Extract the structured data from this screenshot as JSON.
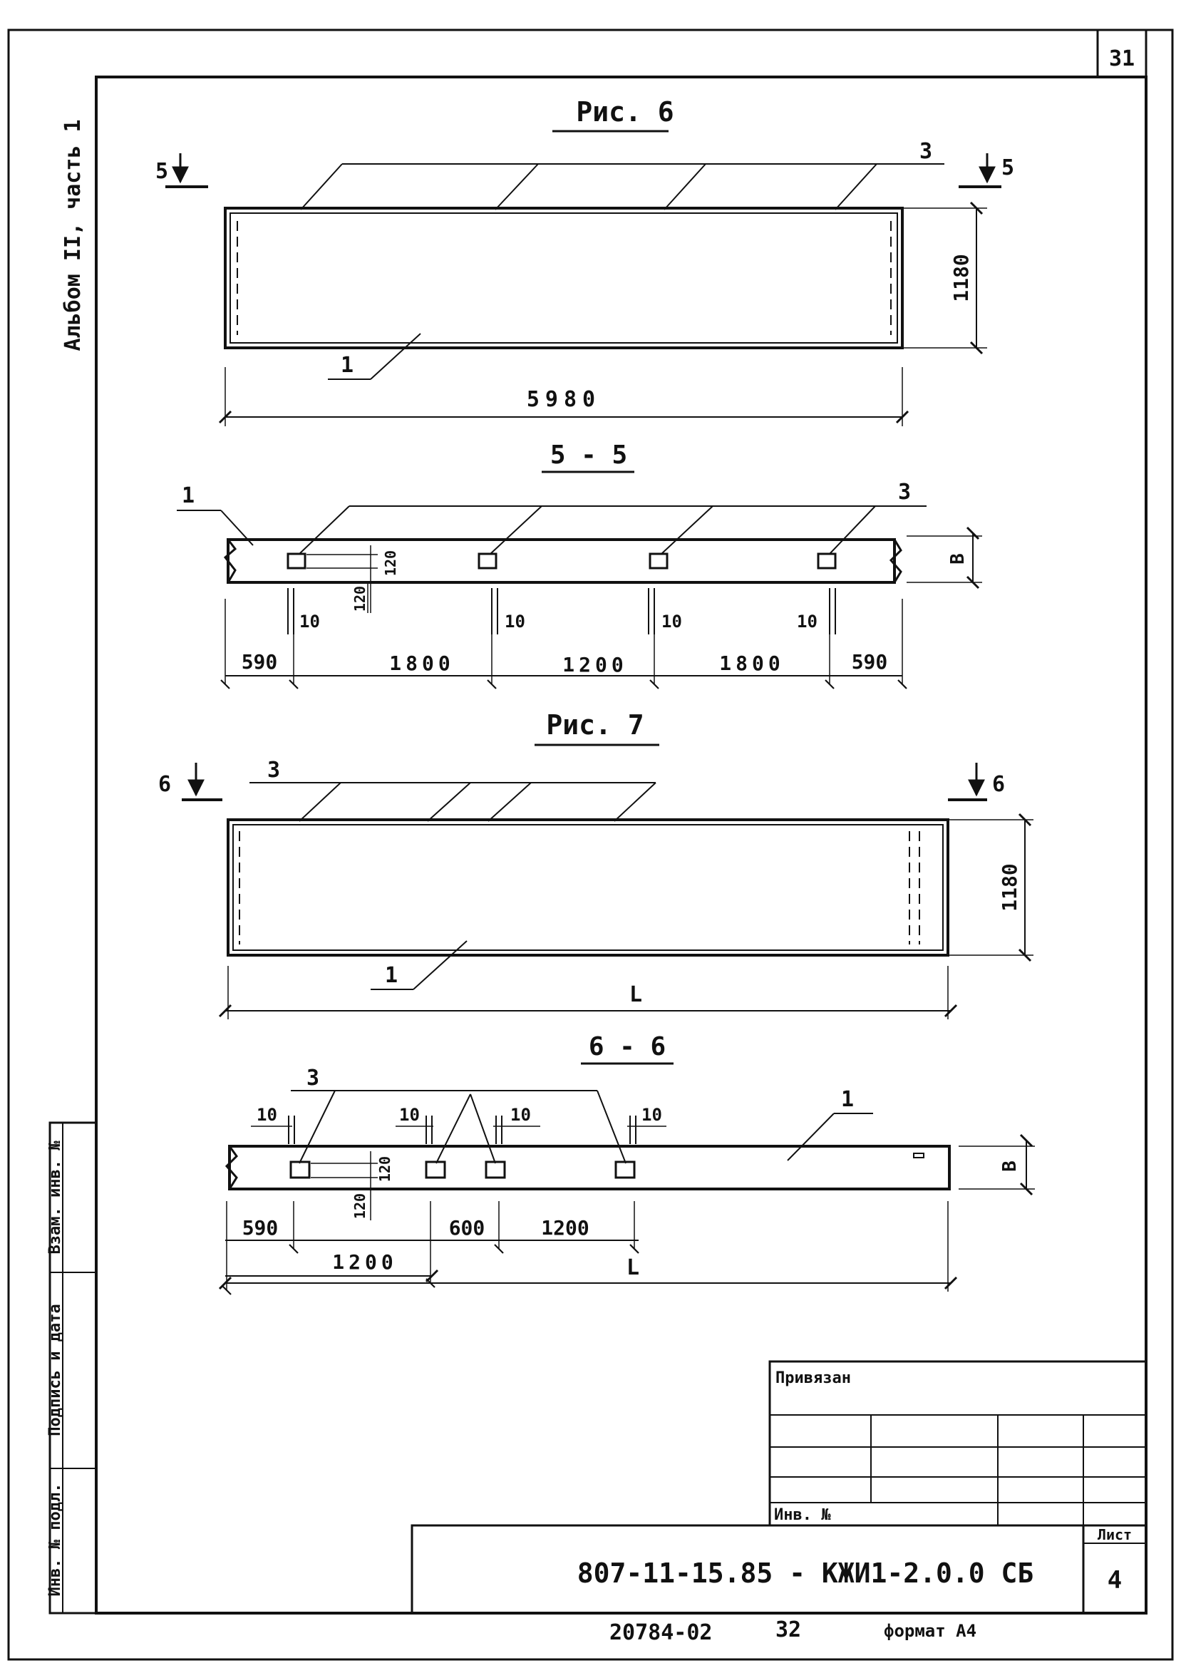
{
  "sheet_corner_number": "31",
  "album_label": "Альбом II, часть 1",
  "figure6": {
    "title": "Рис. 6",
    "cut_mark": "5",
    "callout_top": "3",
    "callout_bottom": "1",
    "width_dim": "1180",
    "length_dim": "5980"
  },
  "section55": {
    "title": "5 - 5",
    "callout_left": "1",
    "callout_right": "3",
    "height_dim": "B",
    "detail_dim_a": "120",
    "detail_dim_b": "120",
    "gap_dims": [
      "10",
      "10",
      "10",
      "10"
    ],
    "bottom_dims": [
      "590",
      "1800",
      "1200",
      "1800",
      "590"
    ]
  },
  "figure7": {
    "title": "Рис. 7",
    "cut_mark": "6",
    "callout_top": "3",
    "callout_bottom": "1",
    "width_dim": "1180",
    "length_dim": "L"
  },
  "section66": {
    "title": "6 - 6",
    "callout_top": "3",
    "callout_right": "1",
    "height_dim": "B",
    "detail_dim_a": "120",
    "detail_dim_b": "120",
    "gap_dims": [
      "10",
      "10",
      "10",
      "10"
    ],
    "row1_dims": [
      "590",
      "600",
      "1200"
    ],
    "row2_dim": "1200",
    "total_dim": "L"
  },
  "side_stamp": {
    "col1": "Инв. № подл.",
    "col2": "Подпись и дата",
    "col3": "Взам. инв. №"
  },
  "title_block": {
    "linked_label": "Привязан",
    "inv_label": "Инв. №",
    "designation": "807-11-15.85 - КЖИ1-2.0.0 СБ",
    "sheet_label": "Лист",
    "sheet_number": "4"
  },
  "footer": {
    "code": "20784-02",
    "page": "32",
    "format": "формат А4"
  }
}
